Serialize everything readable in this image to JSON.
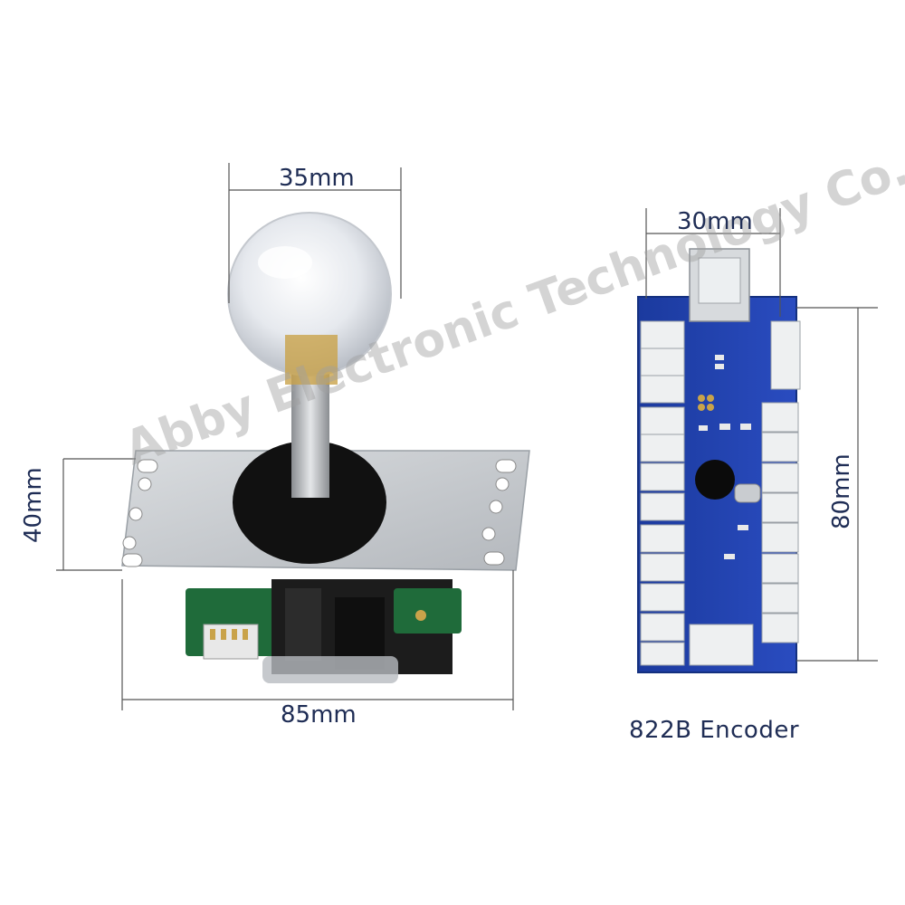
{
  "labels": {
    "ball_width": "35mm",
    "plate_height": "40mm",
    "plate_width": "85mm",
    "board_width": "30mm",
    "board_height": "80mm",
    "caption": "822B Encoder"
  },
  "watermark": "Abby Electronic Technology Co., Ltd",
  "colors": {
    "text": "#1f2d55",
    "pcb_blue": "#1e3fa8",
    "plate_silver": "#c7cbcf",
    "dimension_line": "#555555"
  }
}
